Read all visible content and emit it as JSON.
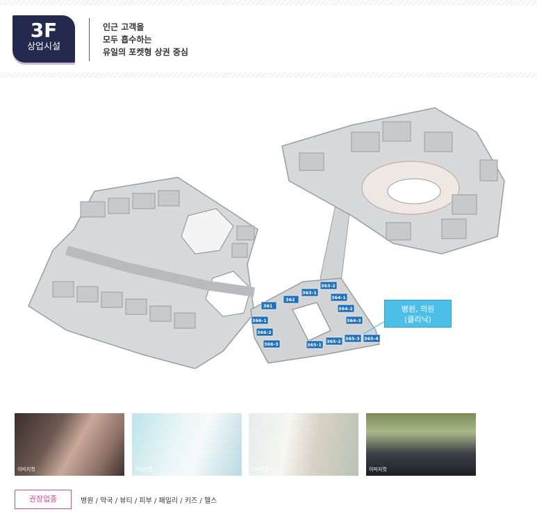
{
  "header": {
    "floor": "3F",
    "floor_name": "상업시설",
    "desc_lines": [
      "인근 고객을",
      "모두 흡수하는",
      "유일의 포켓형 상권 중심"
    ]
  },
  "map": {
    "units": [
      "361",
      "362",
      "363-1",
      "363-2",
      "364-1",
      "364-2",
      "364-3",
      "365-1",
      "365-2",
      "365-3",
      "365-4",
      "366-1",
      "366-2",
      "366-3"
    ],
    "callout_lines": [
      "병원, 의원",
      "(클리닉)"
    ],
    "colors": {
      "highlight": "#4bbfe9",
      "unit_blue": "#1f6fb8",
      "floor_gray": "#d7d8da"
    }
  },
  "photos": [
    "이미지컷",
    "이미지컷",
    "이미지컷",
    "이미지컷"
  ],
  "recommend": {
    "label": "권장업종",
    "items": "병원 / 약국 / 뷰티 / 피부 / 패밀리 / 키즈 / 헬스"
  }
}
